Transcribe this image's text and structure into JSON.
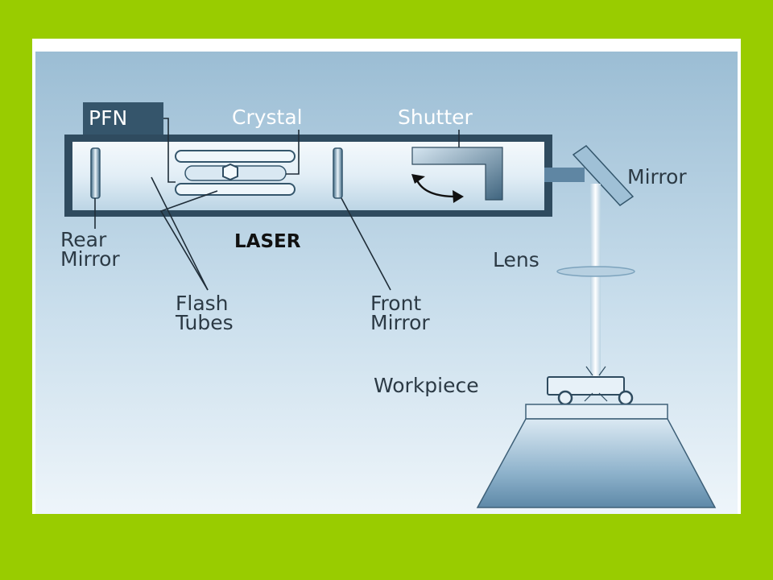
{
  "labels": {
    "pfn": "PFN",
    "crystal": "Crystal",
    "shutter": "Shutter",
    "mirror": "Mirror",
    "rear_mirror_1": "Rear",
    "rear_mirror_2": "Mirror",
    "laser": "LASER",
    "lens": "Lens",
    "flash_tubes_1": "Flash",
    "flash_tubes_2": "Tubes",
    "front_mirror_1": "Front",
    "front_mirror_2": "Mirror",
    "workpiece": "Workpiece"
  },
  "colors": {
    "slide_background": "#99cc00",
    "panel_light": "#e8f2f9",
    "panel_dark": "#9bbdd4",
    "housing_outline": "#35556b",
    "label_dark": "#2c3a45"
  }
}
